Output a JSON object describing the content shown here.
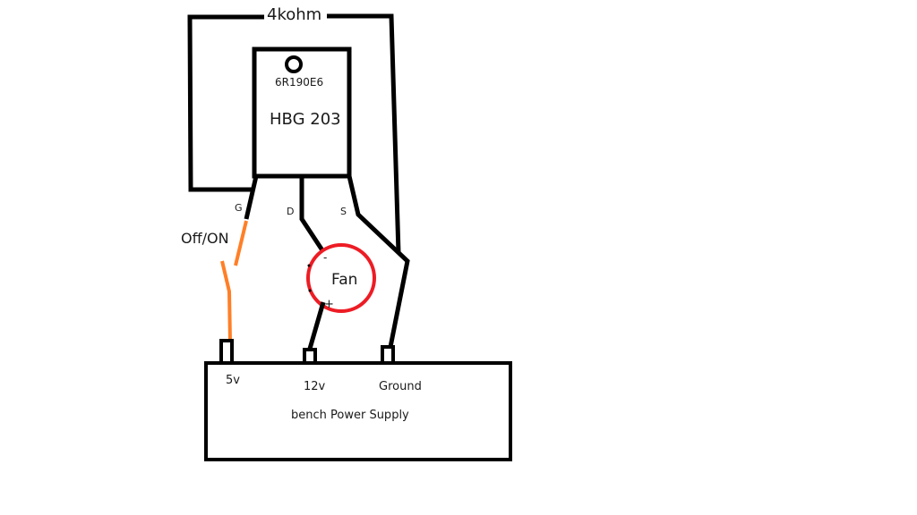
{
  "diagram": {
    "resistor_label": "4kohm",
    "transistor": {
      "part_code": "6R190E6",
      "model": "HBG 203",
      "pins": {
        "gate": "G",
        "drain": "D",
        "source": "S"
      }
    },
    "switch_label": "Off/ON",
    "fan": {
      "label": "Fan",
      "minus_label": "-",
      "plus_label": "+"
    },
    "power_supply": {
      "title": "bench Power Supply",
      "terminals": [
        "5v",
        "12v",
        "Ground"
      ]
    },
    "colors": {
      "wire": "#000000",
      "switch": "#ff7f27",
      "fan_ring": "#ed1c24"
    }
  }
}
